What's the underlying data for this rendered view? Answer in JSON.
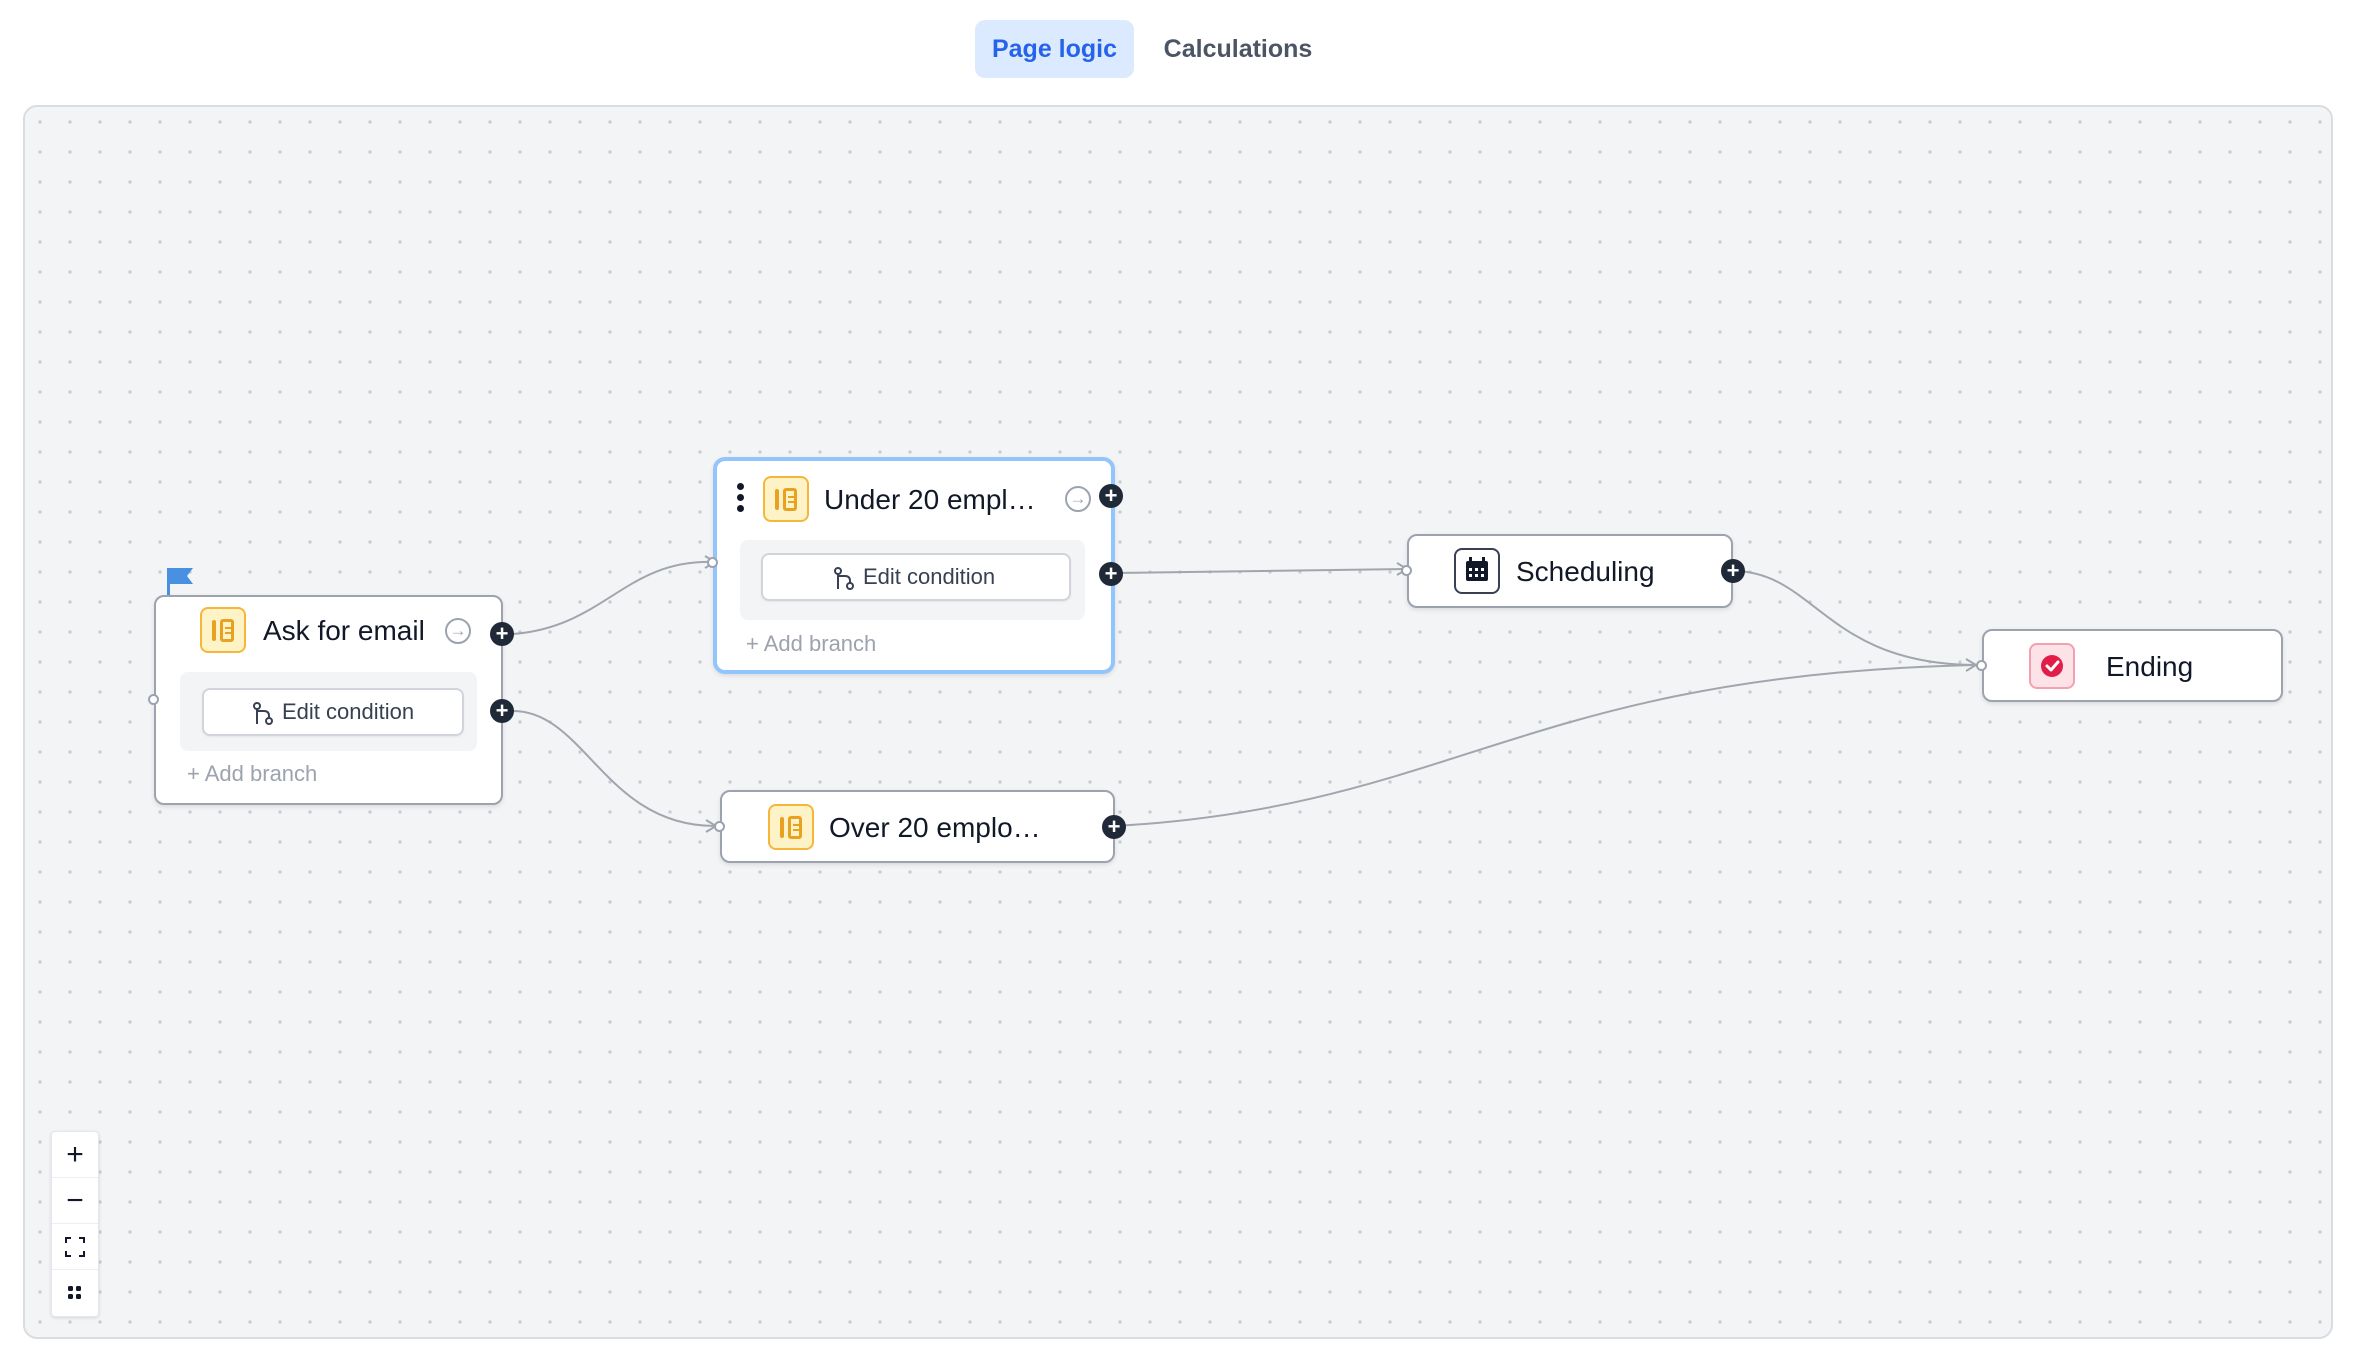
{
  "tabs": {
    "page_logic": "Page logic",
    "calculations": "Calculations",
    "active": "page_logic"
  },
  "nodes": {
    "ask_for_email": {
      "title": "Ask for email",
      "edit_condition": "Edit condition",
      "add_branch": "+ Add branch",
      "is_start": true
    },
    "under_20": {
      "title": "Under 20 empl…",
      "edit_condition": "Edit condition",
      "add_branch": "+ Add branch",
      "selected": true
    },
    "over_20": {
      "title": "Over 20 emplo…"
    },
    "scheduling": {
      "title": "Scheduling"
    },
    "ending": {
      "title": "Ending"
    }
  },
  "zoom_controls": {
    "zoom_in": "+",
    "zoom_out": "−"
  },
  "colors": {
    "accent": "#2563eb",
    "tab_active_bg": "#dbeafe",
    "selected_border": "#93c5fd",
    "form_icon": "#e9a21f",
    "ending_icon": "#e11d48",
    "flag": "#4a90e2"
  }
}
